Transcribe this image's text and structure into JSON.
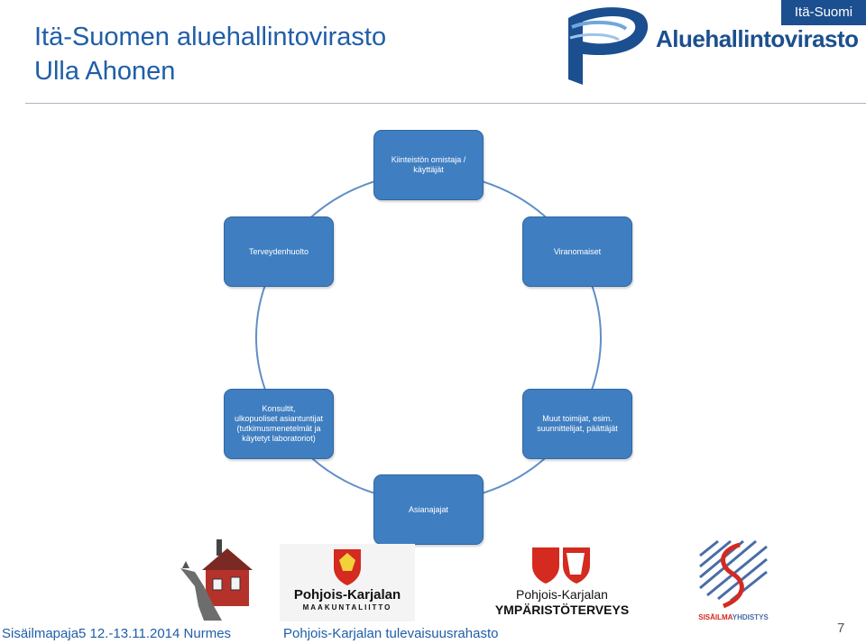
{
  "header": {
    "title_line1": "Itä-Suomen aluehallintovirasto",
    "title_line2": "Ulla Ahonen",
    "brand_badge": "Itä-Suomi",
    "brand_name": "Aluehallintovirasto"
  },
  "diagram": {
    "nodes": [
      {
        "id": "owner",
        "lines": [
          "Kiinteistön omistaja /",
          "käyttäjät"
        ]
      },
      {
        "id": "health",
        "lines": [
          "Terveydenhuolto"
        ]
      },
      {
        "id": "authorities",
        "lines": [
          "Viranomaiset"
        ]
      },
      {
        "id": "consultants",
        "lines": [
          "Konsultit,",
          "ulkopuoliset asiantuntijat",
          "(tutkimusmenetelmät ja",
          "käytetyt laboratoriot)"
        ]
      },
      {
        "id": "others",
        "lines": [
          "Muut toimijat, esim.",
          "suunnittelijat, päättäjät"
        ]
      },
      {
        "id": "lawyers",
        "lines": [
          "Asianajajat"
        ]
      }
    ]
  },
  "logos": {
    "maakuntaliitto_name": "Pohjois-Karjalan",
    "maakuntaliitto_sub": "MAAKUNTALIITTO",
    "ymparisto_name": "Pohjois-Karjalan",
    "ymparisto_sub": "YMPÄRISTÖTERVEYS",
    "sisailma_name_a": "SISÄILMA",
    "sisailma_name_b": "YHDISTYS"
  },
  "footer": {
    "left": "Sisäilmapaja5 12.-13.11.2014 Nurmes",
    "middle": "Pohjois-Karjalan tulevaisuusrahasto",
    "page": "7"
  },
  "colors": {
    "node_fill": "#3f7ec1",
    "title": "#1f5ea8",
    "brand": "#1b4f8f"
  }
}
